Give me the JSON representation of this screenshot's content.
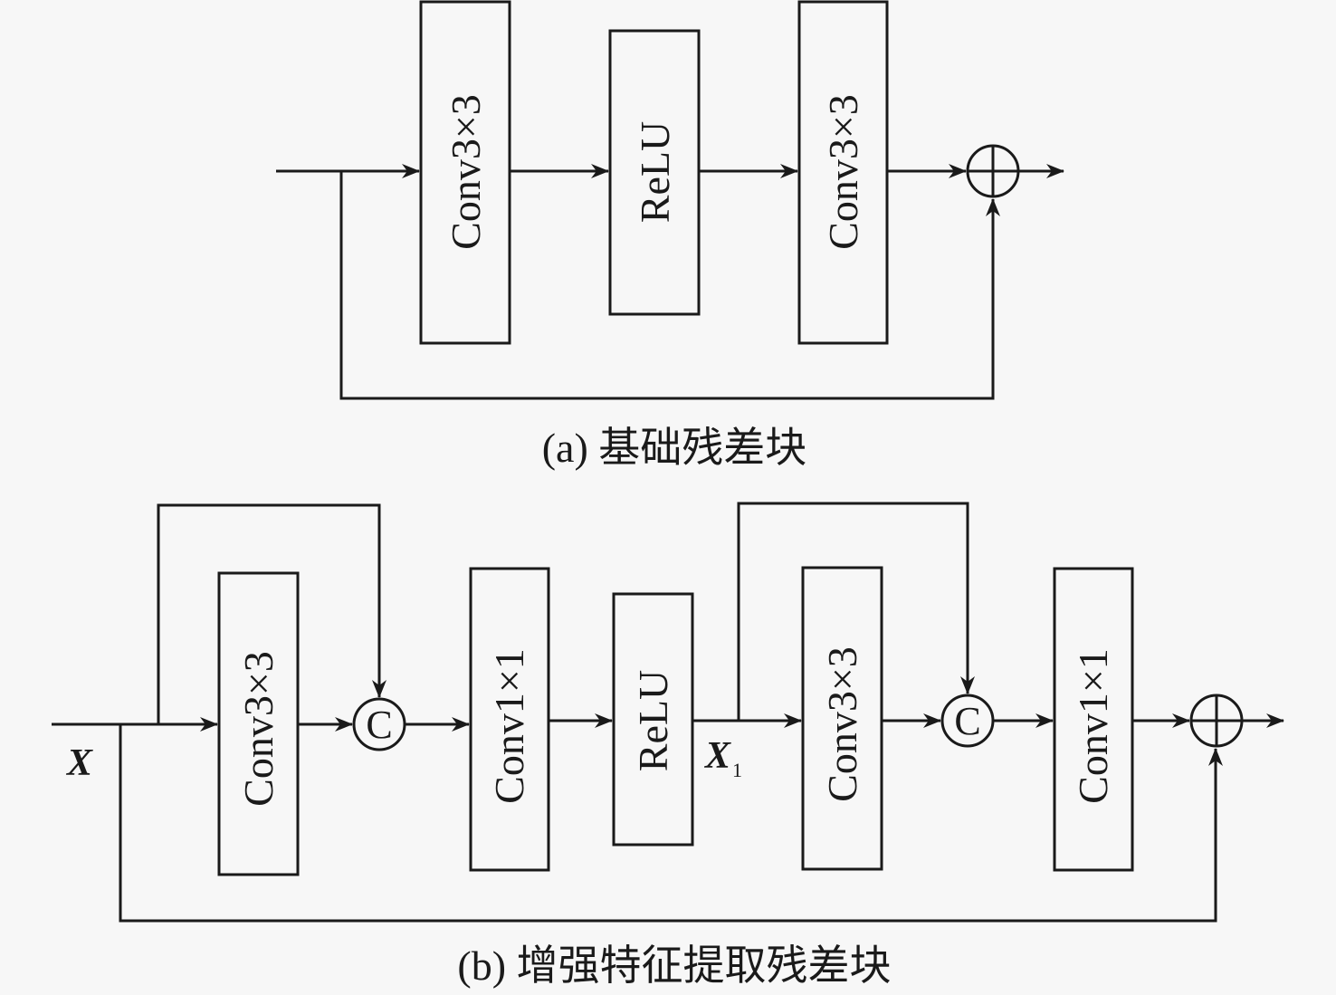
{
  "diagram_a": {
    "caption": "(a) 基础残差块",
    "blocks": [
      {
        "label": "Conv3×3"
      },
      {
        "label": "ReLU"
      },
      {
        "label": "Conv3×3"
      }
    ],
    "add_op": "element-wise addition"
  },
  "diagram_b": {
    "caption": "(b) 增强特征提取残差块",
    "input_label": "X",
    "intermediate_label": "X",
    "intermediate_subscript": "1",
    "blocks": [
      {
        "label": "Conv3×3"
      },
      {
        "label": "Conv1×1"
      },
      {
        "label": "ReLU"
      },
      {
        "label": "Conv3×3"
      },
      {
        "label": "Conv1×1"
      }
    ],
    "concat_symbol": "C",
    "add_op": "element-wise addition"
  }
}
